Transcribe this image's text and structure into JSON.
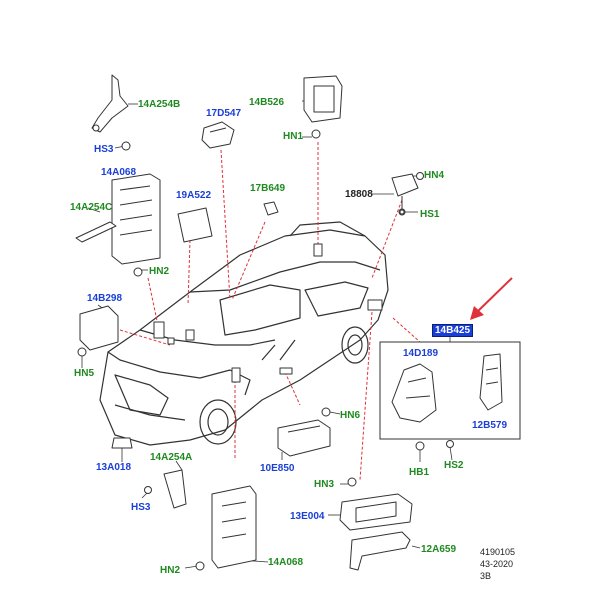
{
  "colors": {
    "green": "#1f8a1f",
    "blue": "#1a3fd6",
    "red": "#e0303a",
    "line": "#333333"
  },
  "labels": {
    "l14A254B_top": "14A254B",
    "l17D547": "17D547",
    "l14B526": "14B526",
    "lHN1": "HN1",
    "lHS3_top": "HS3",
    "l14A068_top": "14A068",
    "l19A522": "19A522",
    "l17B649": "17B649",
    "l18808": "18808",
    "lHN4": "HN4",
    "lHS1": "HS1",
    "l14A254C": "14A254C",
    "lHN2_mid": "HN2",
    "l14B298": "14B298",
    "l14B425": "14B425",
    "lHN5": "HN5",
    "l14D189": "14D189",
    "l12B579": "12B579",
    "lHN6": "HN6",
    "l13A018": "13A018",
    "l14A254A": "14A254A",
    "l10E850": "10E850",
    "lHB1": "HB1",
    "lHS2": "HS2",
    "lHN3": "HN3",
    "lHS3_bot": "HS3",
    "l13E004": "13E004",
    "l12A659": "12A659",
    "lHN2_bot": "HN2",
    "l14A068_bot": "14A068"
  },
  "footer": {
    "line1": "4190105",
    "line2": "43-2020",
    "line3": "3B"
  }
}
